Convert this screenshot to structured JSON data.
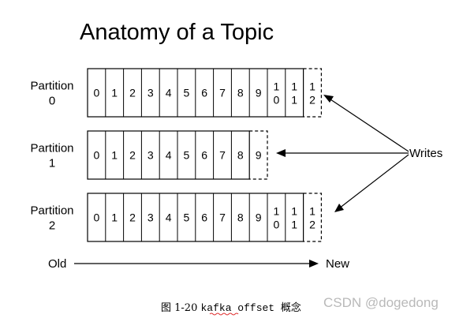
{
  "title": "Anatomy of a Topic",
  "partitions": [
    {
      "label_line1": "Partition",
      "label_line2": "0",
      "offsets": [
        "0",
        "1",
        "2",
        "3",
        "4",
        "5",
        "6",
        "7",
        "8",
        "9",
        "10",
        "11"
      ],
      "next_write": "12"
    },
    {
      "label_line1": "Partition",
      "label_line2": "1",
      "offsets": [
        "0",
        "1",
        "2",
        "3",
        "4",
        "5",
        "6",
        "7",
        "8"
      ],
      "next_write": "9"
    },
    {
      "label_line1": "Partition",
      "label_line2": "2",
      "offsets": [
        "0",
        "1",
        "2",
        "3",
        "4",
        "5",
        "6",
        "7",
        "8",
        "9",
        "10",
        "11"
      ],
      "next_write": "12"
    }
  ],
  "writes_label": "Writes",
  "axis": {
    "old_label": "Old",
    "new_label": "New"
  },
  "caption": {
    "prefix": "图 1-20 ",
    "term": "kafka",
    "middle": " offset ",
    "suffix": "概念"
  },
  "watermark": "CSDN @dogedong",
  "colors": {
    "stroke": "#000000",
    "watermark": "#b9b9b9",
    "spellcheck_underline": "#e03030"
  }
}
